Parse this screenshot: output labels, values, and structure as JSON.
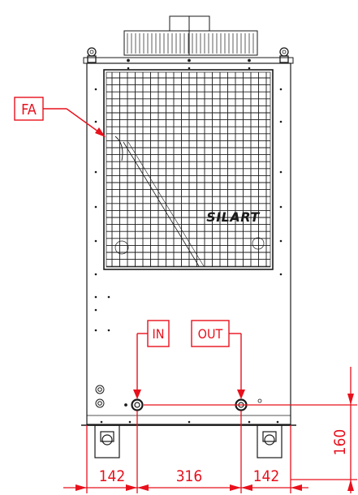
{
  "callouts": {
    "fan_label": "FA",
    "inlet_label": "IN",
    "outlet_label": "OUT"
  },
  "logo_text": "SILART",
  "dimensions": {
    "left_edge_to_inlet": "142",
    "inlet_to_outlet": "316",
    "outlet_to_right_edge": "142",
    "connection_height": "160"
  },
  "colors": {
    "drawing_line": "#1a1a1a",
    "annotation": "#e8101c",
    "background": "#ffffff"
  }
}
